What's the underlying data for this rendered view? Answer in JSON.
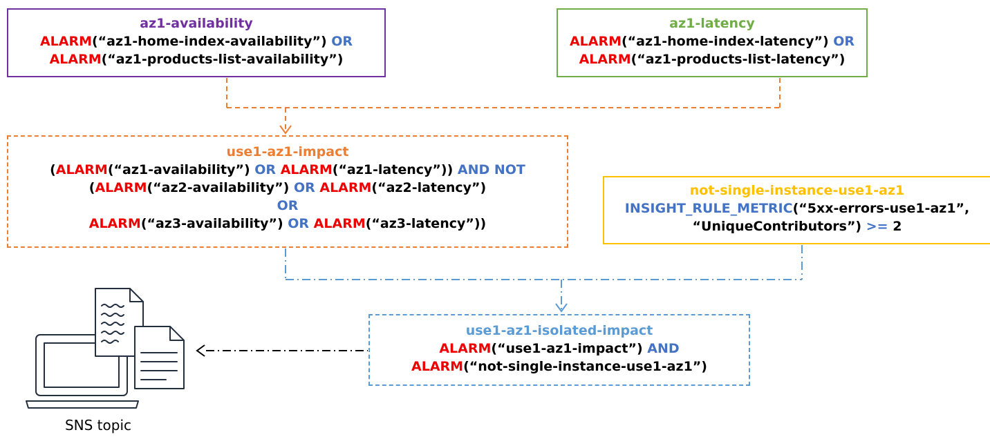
{
  "colors": {
    "alarm": "#ee0000",
    "operator": "#4472c4",
    "az1_availability_border": "#7030a0",
    "az1_latency_border": "#70ad47",
    "impact_border": "#ed7d31",
    "not_single_border": "#ffc000",
    "isolated_border": "#5b9bd5"
  },
  "az1_availability": {
    "title": "az1-availability",
    "l1_alarm": "ALARM",
    "l1_arg": "(“az1-home-index-availability”)",
    "l1_op": "OR",
    "l2_alarm": "ALARM",
    "l2_arg": "(“az1-products-list-availability”)"
  },
  "az1_latency": {
    "title": "az1-latency",
    "l1_alarm": "ALARM",
    "l1_arg": "(“az1-home-index-latency”)",
    "l1_op": "OR",
    "l2_alarm": "ALARM",
    "l2_arg": "(“az1-products-list-latency”)"
  },
  "use1_az1_impact": {
    "title": "use1-az1-impact",
    "l1_open": "(",
    "l1_alarm1": "ALARM",
    "l1_arg1": "(“az1-availability”)",
    "l1_op1": "OR",
    "l1_alarm2": "ALARM",
    "l1_arg2": "(“az1-latency”))",
    "l1_op2": "AND NOT",
    "l2_open": "(",
    "l2_alarm1": "ALARM",
    "l2_arg1": "(“az2-availability”)",
    "l2_op1": "OR",
    "l2_alarm2": "ALARM",
    "l2_arg2": "(“az2-latency”)",
    "l3_op": "OR",
    "l4_alarm1": "ALARM",
    "l4_arg1": "(“az3-availability”)",
    "l4_op1": "OR",
    "l4_alarm2": "ALARM",
    "l4_arg2": "(“az3-latency”))"
  },
  "not_single_instance": {
    "title": "not-single-instance-use1-az1",
    "l1_fn": "INSIGHT_RULE_METRIC",
    "l1_arg": "(“5xx-errors-use1-az1”,",
    "l2_arg": "“UniqueContributors”)",
    "l2_op": ">=",
    "l2_value": "2"
  },
  "use1_az1_isolated_impact": {
    "title": "use1-az1-isolated-impact",
    "l1_alarm": "ALARM",
    "l1_arg": "(“use1-az1-impact”)",
    "l1_op": "AND",
    "l2_alarm": "ALARM",
    "l2_arg": "(“not-single-instance-use1-az1”)"
  },
  "sns_topic": {
    "label": "SNS topic",
    "icon": "laptop-documents-icon"
  }
}
